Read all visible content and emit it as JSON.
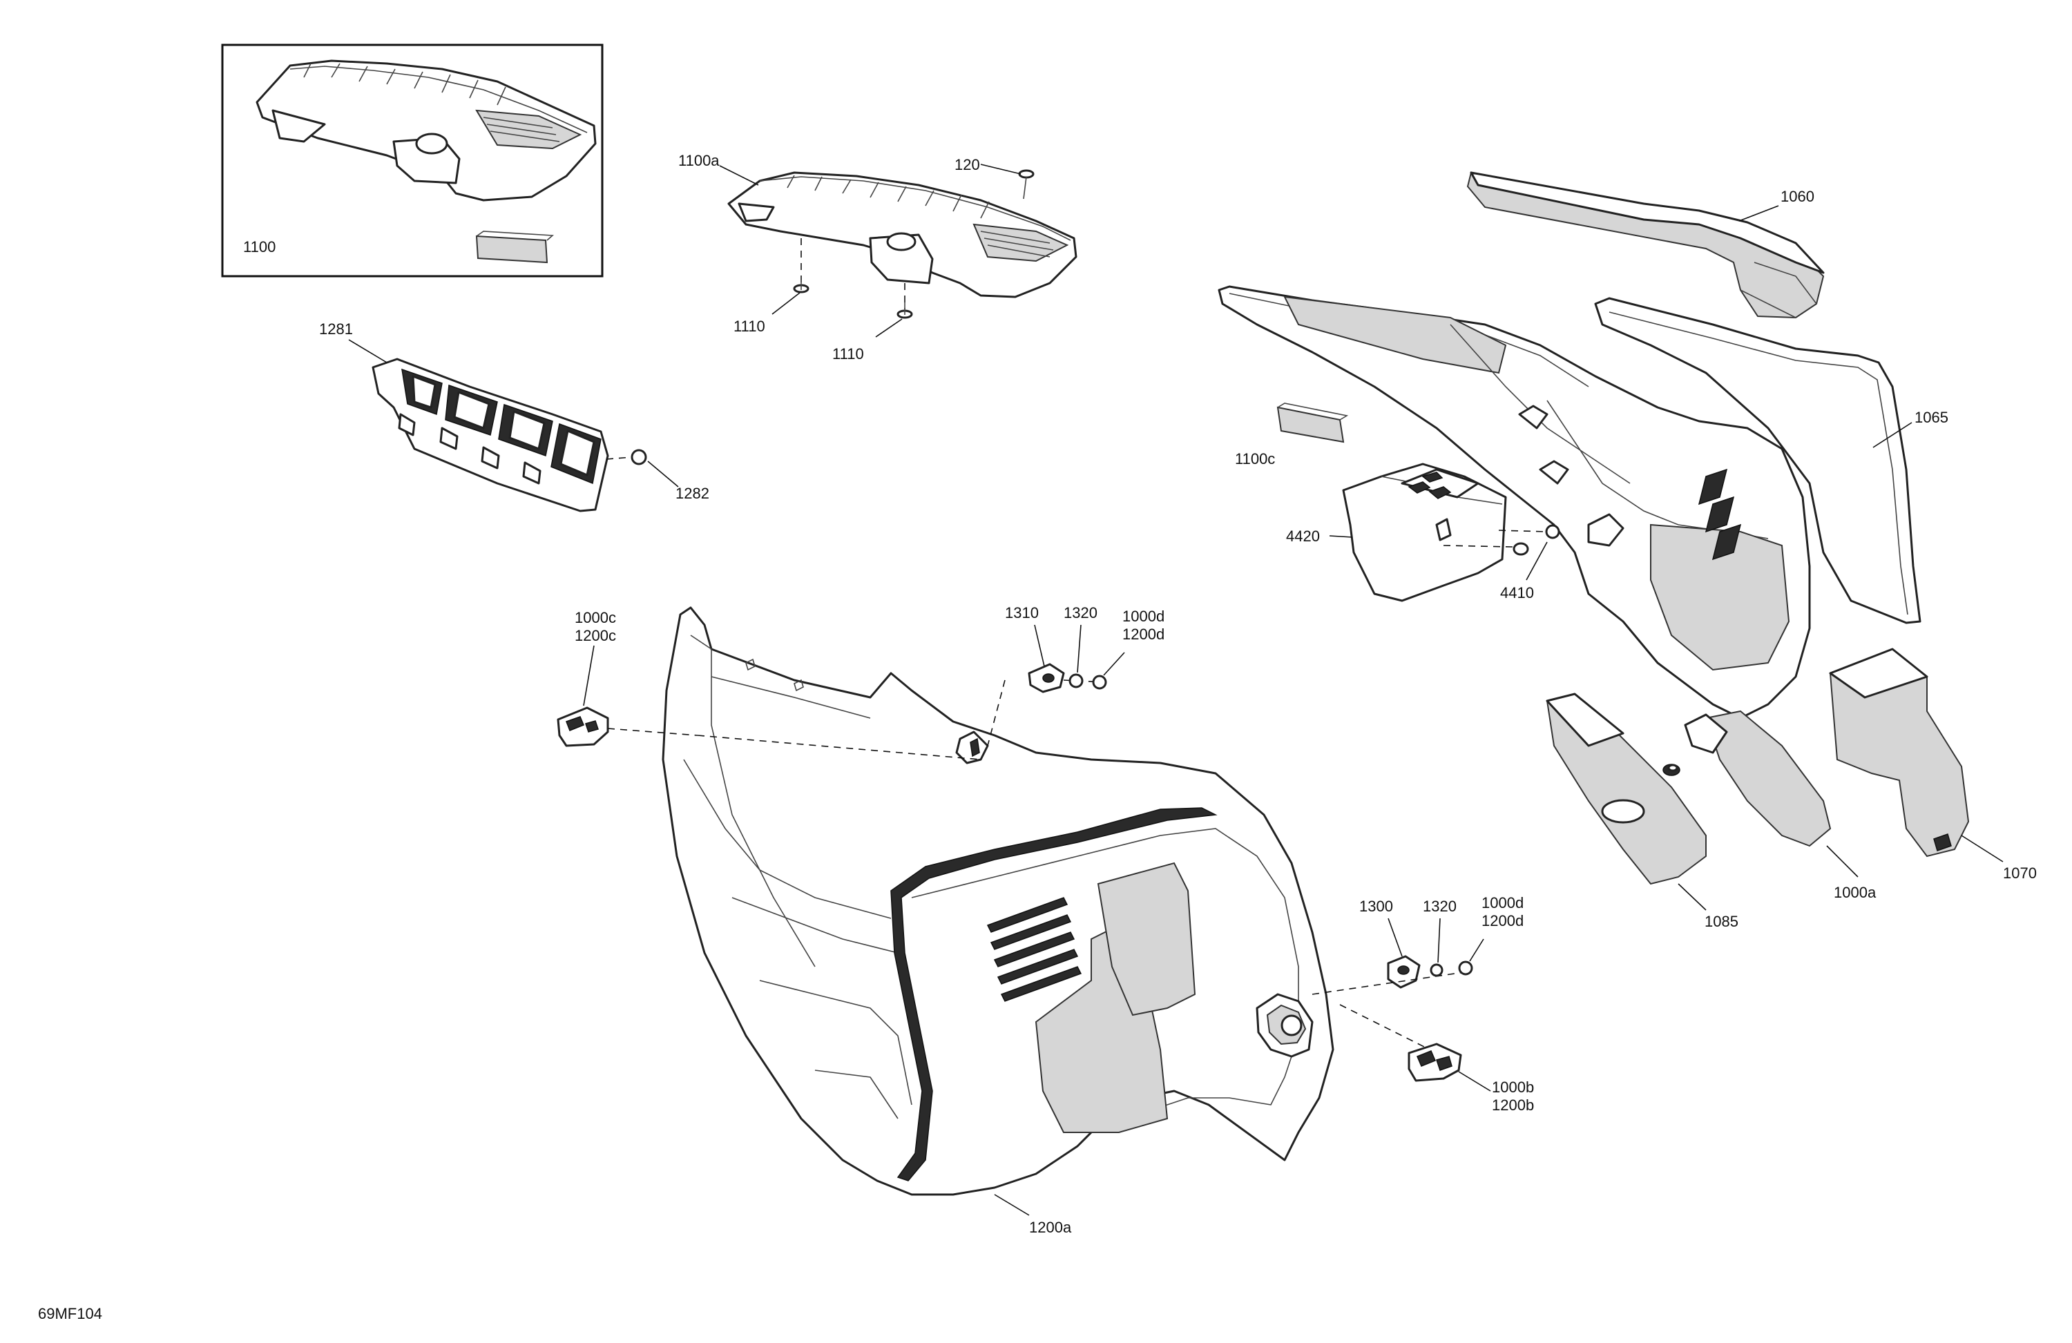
{
  "figure_id": "69MF104",
  "callouts": {
    "c1100": "1100",
    "c1100a": "1100a",
    "c120": "120",
    "c1110_a": "1110",
    "c1110_b": "1110",
    "c1281": "1281",
    "c1282": "1282",
    "c1060": "1060",
    "c1065": "1065",
    "c1100c": "1100c",
    "c4420": "4420",
    "c4410": "4410",
    "c1000c": "1000c",
    "c1200c": "1200c",
    "c1310": "1310",
    "c1320_a": "1320",
    "c1000d_a": "1000d",
    "c1200d_a": "1200d",
    "c1300": "1300",
    "c1320_b": "1320",
    "c1000d_b": "1000d",
    "c1200d_b": "1200d",
    "c1000b": "1000b",
    "c1200b": "1200b",
    "c1200a": "1200a",
    "c1085": "1085",
    "c1000a": "1000a",
    "c1070": "1070"
  },
  "colors": {
    "line": "#111111",
    "shade": "#d6d6d6",
    "background": "#ffffff"
  }
}
